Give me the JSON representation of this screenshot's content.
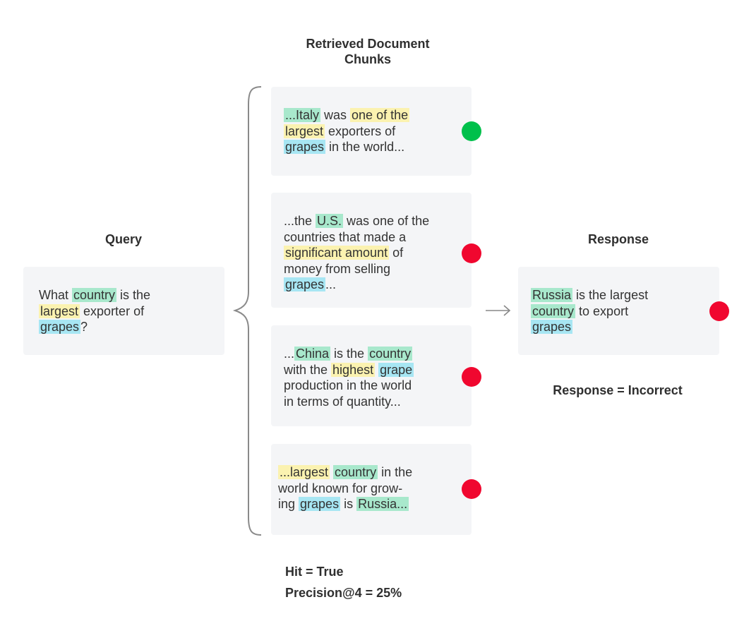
{
  "headings": {
    "retrieved": "Retrieved Document\nChunks",
    "query": "Query",
    "response": "Response"
  },
  "query": {
    "lines": [
      [
        {
          "t": "What "
        },
        {
          "t": "country",
          "h": "green"
        },
        {
          "t": " is the"
        }
      ],
      [
        {
          "t": "largest",
          "h": "yellow"
        },
        {
          "t": " exporter of"
        }
      ],
      [
        {
          "t": "grapes",
          "h": "blue"
        },
        {
          "t": "?"
        }
      ]
    ]
  },
  "chunks": [
    {
      "lines": [
        [
          {
            "t": "...Italy",
            "h": "green"
          },
          {
            "t": " was "
          },
          {
            "t": "one of the",
            "h": "yellow"
          }
        ],
        [
          {
            "t": "largest",
            "h": "yellow"
          },
          {
            "t": " exporters of"
          }
        ],
        [
          {
            "t": "grapes",
            "h": "blue"
          },
          {
            "t": " in the world..."
          }
        ]
      ],
      "status": "relevant",
      "status_color": "#00c04b"
    },
    {
      "lines": [
        [
          {
            "t": "...the "
          },
          {
            "t": "U.S.",
            "h": "green"
          },
          {
            "t": " was one of the"
          }
        ],
        [
          {
            "t": "countries that made a"
          }
        ],
        [
          {
            "t": "significant amount",
            "h": "yellow"
          },
          {
            "t": " of"
          }
        ],
        [
          {
            "t": "money from selling"
          }
        ],
        [
          {
            "t": "grapes",
            "h": "blue"
          },
          {
            "t": "..."
          }
        ]
      ],
      "status": "irrelevant",
      "status_color": "#f0072f"
    },
    {
      "lines": [
        [
          {
            "t": "..."
          },
          {
            "t": "China",
            "h": "green"
          },
          {
            "t": " is the "
          },
          {
            "t": "country",
            "h": "green"
          }
        ],
        [
          {
            "t": "with the "
          },
          {
            "t": "highest",
            "h": "yellow"
          },
          {
            "t": " "
          },
          {
            "t": "grape",
            "h": "blue"
          }
        ],
        [
          {
            "t": "production in the world"
          }
        ],
        [
          {
            "t": "in terms of quantity..."
          }
        ]
      ],
      "status": "irrelevant",
      "status_color": "#f0072f"
    },
    {
      "lines": [
        [
          {
            "t": "...largest",
            "h": "yellow"
          },
          {
            "t": " "
          },
          {
            "t": "country",
            "h": "green"
          },
          {
            "t": " in the"
          }
        ],
        [
          {
            "t": "world known for grow-"
          }
        ],
        [
          {
            "t": "ing "
          },
          {
            "t": "grapes",
            "h": "blue"
          },
          {
            "t": " is "
          },
          {
            "t": "Russia...",
            "h": "green"
          }
        ]
      ],
      "status": "irrelevant",
      "status_color": "#f0072f"
    }
  ],
  "response": {
    "lines": [
      [
        {
          "t": "Russia",
          "h": "green"
        },
        {
          "t": " is the largest"
        }
      ],
      [
        {
          "t": "country",
          "h": "green"
        },
        {
          "t": " to export"
        }
      ],
      [
        {
          "t": "grapes",
          "h": "blue"
        }
      ]
    ],
    "status": "incorrect",
    "status_color": "#f0072f",
    "verdict": "Response = Incorrect"
  },
  "metrics": {
    "hit": "Hit = True",
    "precision": "Precision@4 = 25%"
  },
  "colors": {
    "highlight_green": "#a8e8cc",
    "highlight_yellow": "#fbf2b0",
    "highlight_blue": "#a7e6f3",
    "card_bg": "#f4f5f7"
  }
}
